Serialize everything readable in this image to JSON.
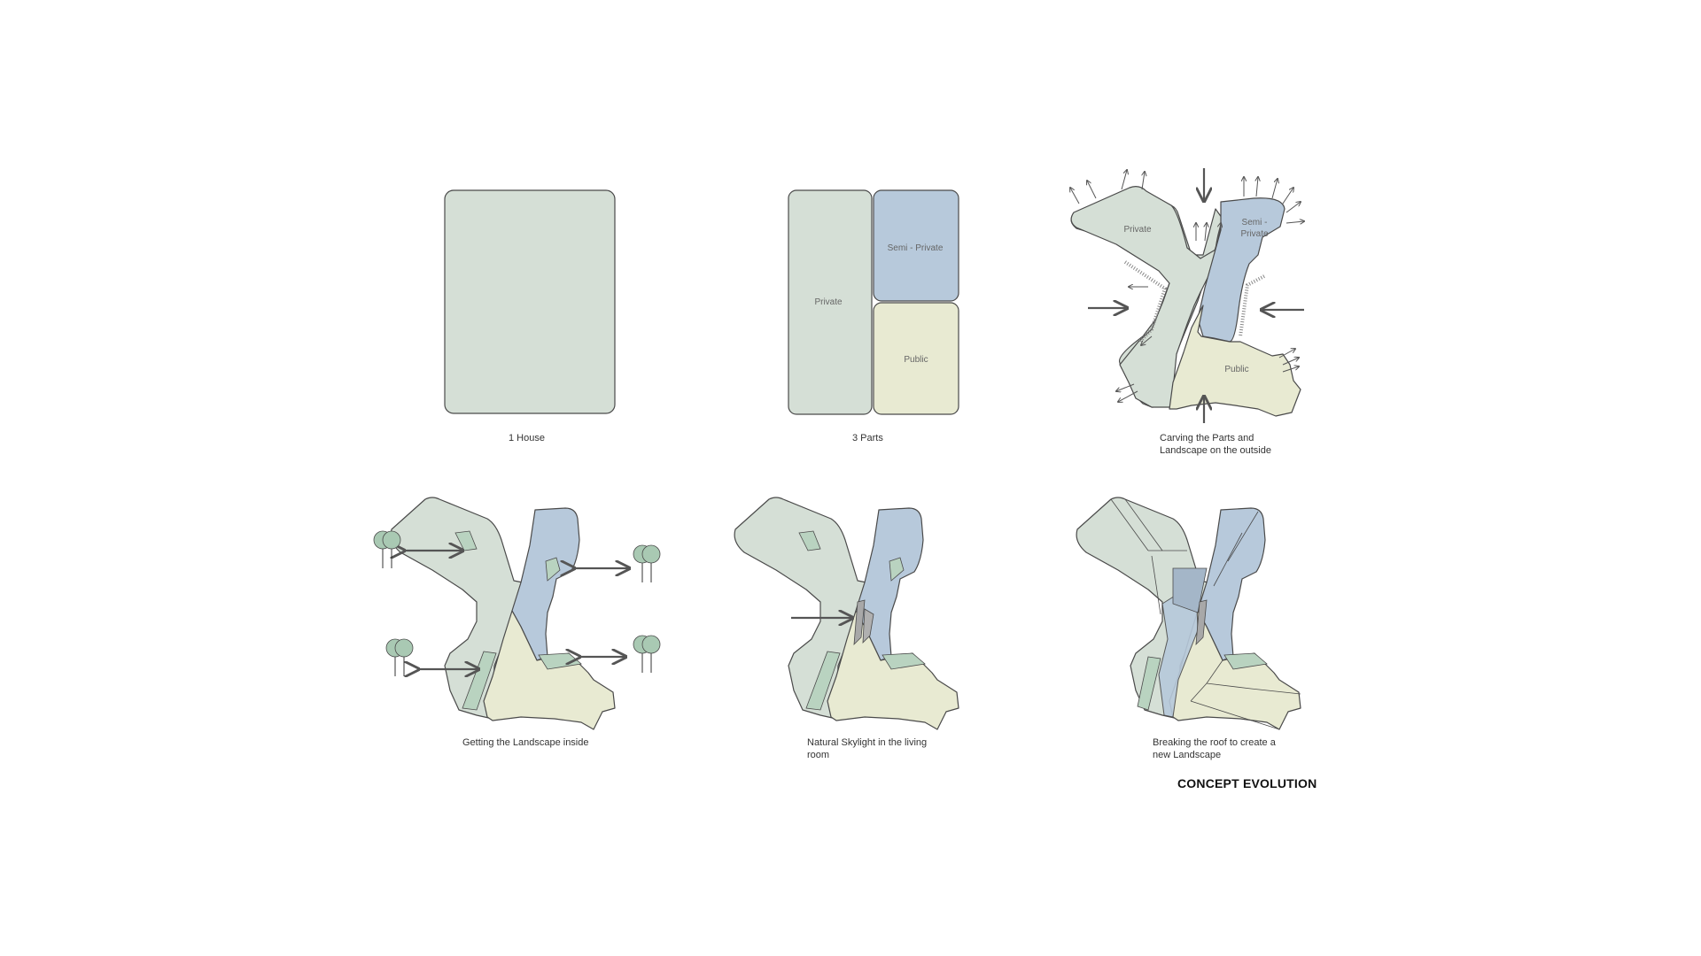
{
  "title": "CONCEPT EVOLUTION",
  "colors": {
    "private": "#d5dfd6",
    "semi_private": "#b7c9db",
    "public": "#e8ead2",
    "landscape": "#b9d3c0",
    "skylight": "#a8a8a8",
    "outline": "#4a4a4a",
    "arrow": "#555555",
    "tree": "#a9c9b3"
  },
  "panels": [
    {
      "caption": "1 House"
    },
    {
      "caption": "3 Parts",
      "zones": {
        "private": "Private",
        "semi_private": "Semi - Private",
        "public": "Public"
      }
    },
    {
      "caption_lines": [
        "Carving the Parts and",
        "Landscape on the outside"
      ],
      "zones": {
        "private": "Private",
        "semi_line1": "Semi -",
        "semi_line2": "Private",
        "public": "Public"
      }
    },
    {
      "caption": "Getting the Landscape inside"
    },
    {
      "caption_lines": [
        "Natural Skylight in the living",
        "room"
      ]
    },
    {
      "caption_lines": [
        "Breaking the roof to create a",
        "new Landscape"
      ]
    }
  ]
}
